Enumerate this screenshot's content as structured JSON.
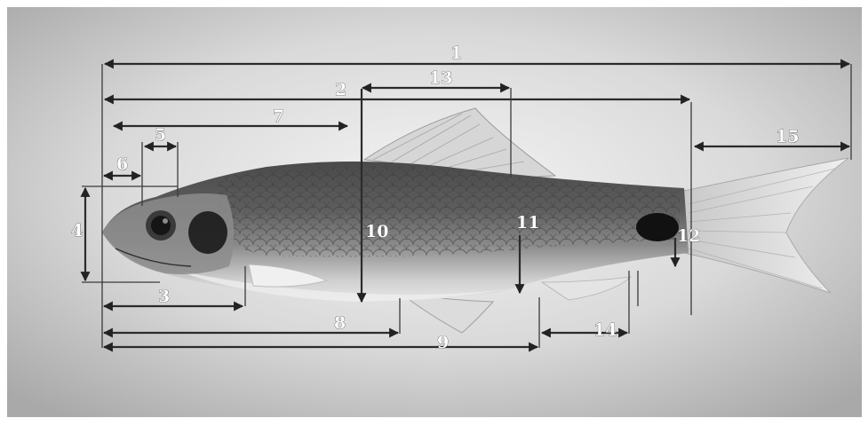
{
  "figure": {
    "labels": [
      "1",
      "2",
      "3",
      "4",
      "5",
      "6",
      "7",
      "8",
      "9",
      "10",
      "11",
      "12",
      "13",
      "14",
      "15"
    ]
  }
}
